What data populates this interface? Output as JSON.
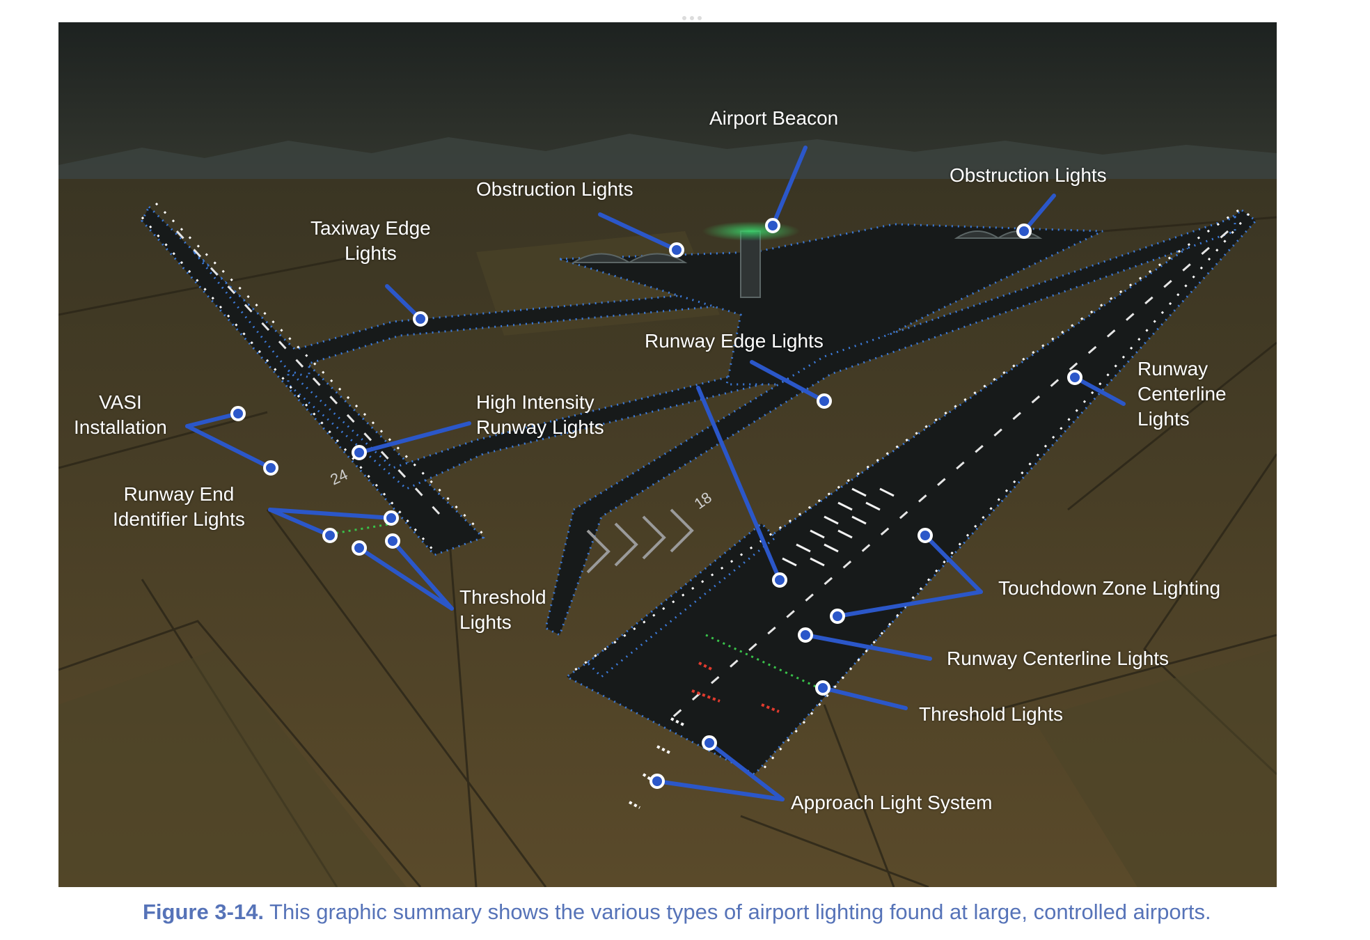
{
  "figure": {
    "labels": {
      "airport_beacon": "Airport Beacon",
      "obstruction_lights_left": "Obstruction Lights",
      "obstruction_lights_right": "Obstruction Lights",
      "taxiway_edge_1": "Taxiway Edge",
      "taxiway_edge_2": "Lights",
      "runway_edge_lights": "Runway Edge Lights",
      "runway_centerline_right_1": "Runway",
      "runway_centerline_right_2": "Centerline",
      "runway_centerline_right_3": "Lights",
      "vasi_1": "VASI",
      "vasi_2": "Installation",
      "high_intensity_1": "High Intensity",
      "high_intensity_2": "Runway Lights",
      "runway_end_1": "Runway End",
      "runway_end_2": "Identifier Lights",
      "threshold_left_1": "Threshold",
      "threshold_left_2": "Lights",
      "touchdown_zone": "Touchdown Zone Lighting",
      "runway_centerline_lights": "Runway Centerline Lights",
      "threshold_lights_right": "Threshold Lights",
      "approach_light_system": "Approach Light System"
    },
    "runway_numbers": {
      "left": "24",
      "right": "18"
    }
  },
  "caption": {
    "figure_number": "Figure 3-14.",
    "text": " This graphic summary shows the various types of airport lighting found at large, controlled airports."
  },
  "colors": {
    "callout_line": "#2b57c9",
    "taxiway_edge": "#3c7ad8",
    "label_text": "#ffffff",
    "caption_text": "#5673b8",
    "beacon_glow": "#3ad46a"
  }
}
